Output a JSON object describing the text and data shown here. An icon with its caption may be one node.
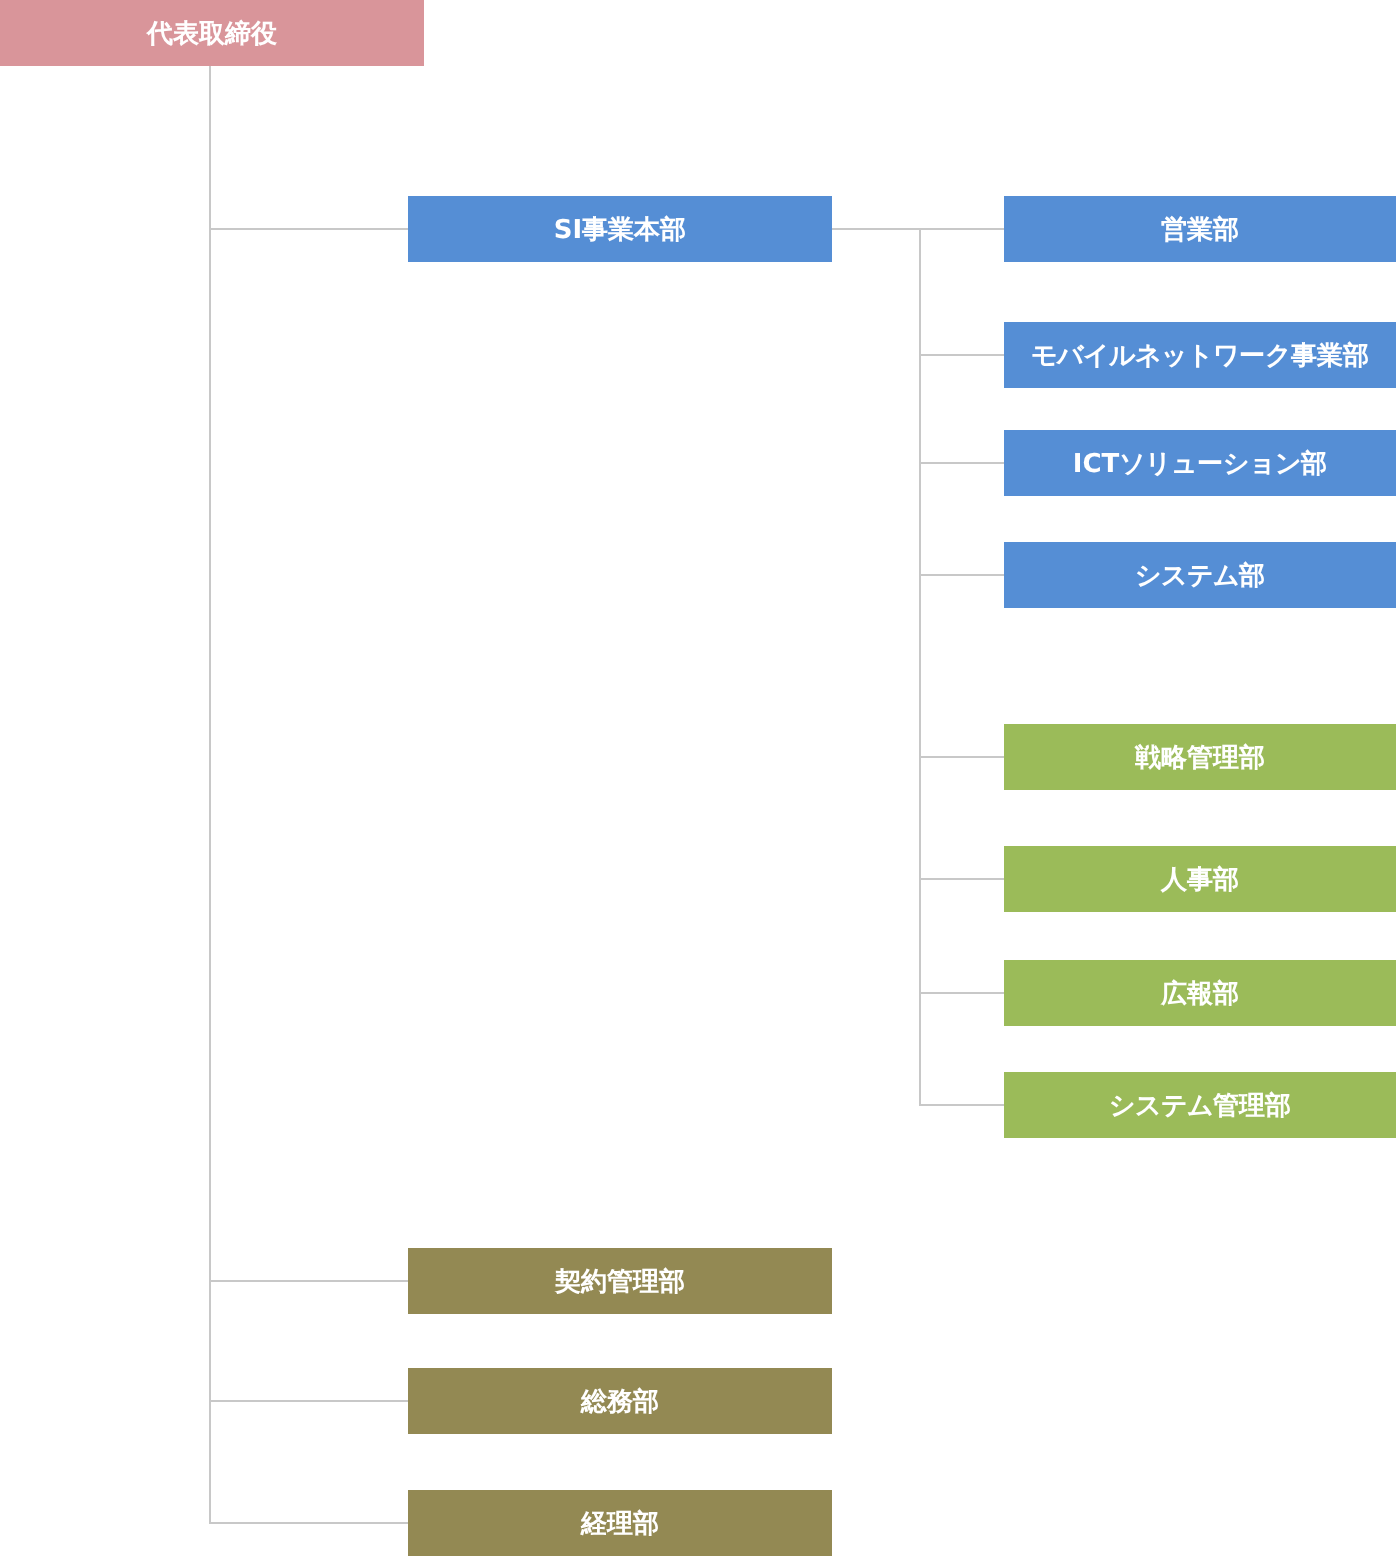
{
  "diagram": {
    "nodes": [
      {
        "text": [
          "代表取締役"
        ]
      },
      {
        "text": [
          "SI事業本部"
        ]
      },
      {
        "text": [
          "営業部"
        ]
      },
      {
        "text": [
          "モバイルネットワーク事業部"
        ]
      },
      {
        "text": [
          "ICTソリューション部"
        ]
      },
      {
        "text": [
          "システム部"
        ]
      },
      {
        "text": [
          "戦略管理部"
        ]
      },
      {
        "text": [
          "人事部"
        ]
      },
      {
        "text": [
          "広報部"
        ]
      },
      {
        "text": [
          "システム管理部"
        ]
      },
      {
        "text": [
          "契約管理部"
        ]
      },
      {
        "text": [
          "総務部"
        ]
      },
      {
        "text": [
          "経理部"
        ]
      }
    ],
    "edges": [
      {
        "from": 0,
        "to": 1,
        "arrow": "none"
      },
      {
        "from": 1,
        "to": 2,
        "arrow": "none"
      },
      {
        "from": 1,
        "to": 3,
        "arrow": "none"
      },
      {
        "from": 1,
        "to": 4,
        "arrow": "none"
      },
      {
        "from": 1,
        "to": 5,
        "arrow": "none"
      },
      {
        "from": 1,
        "to": 6,
        "arrow": "none"
      },
      {
        "from": 1,
        "to": 7,
        "arrow": "none"
      },
      {
        "from": 1,
        "to": 8,
        "arrow": "none"
      },
      {
        "from": 1,
        "to": 9,
        "arrow": "none"
      },
      {
        "from": 0,
        "to": 10,
        "arrow": "none"
      },
      {
        "from": 0,
        "to": 11,
        "arrow": "none"
      },
      {
        "from": 0,
        "to": 12,
        "arrow": "none"
      }
    ]
  }
}
